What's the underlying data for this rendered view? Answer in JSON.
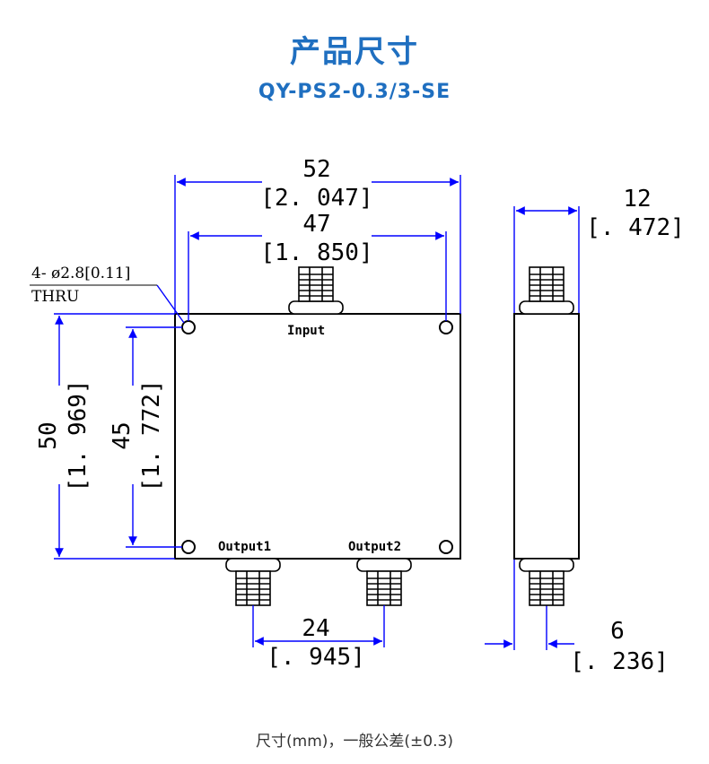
{
  "header": {
    "title": "产品尺寸",
    "model": "QY-PS2-0.3/3-SE"
  },
  "dimensions": {
    "overall_width": "52",
    "overall_width_in": "[2. 047]",
    "hole_spacing_width": "47",
    "hole_spacing_width_in": "[1. 850]",
    "overall_height": "50",
    "overall_height_in": "[1. 969]",
    "hole_spacing_height": "45",
    "hole_spacing_height_in": "[1. 772]",
    "thickness": "12",
    "thickness_in": "[. 472]",
    "output_spacing": "24",
    "output_spacing_in": "[. 945]",
    "connector_offset": "6",
    "connector_offset_in": "[. 236]"
  },
  "holes_note": {
    "line1": "4- ø2.8[0.11]",
    "line2": "THRU"
  },
  "ports": {
    "input": "Input",
    "output1": "Output1",
    "output2": "Output2"
  },
  "footer": {
    "note": "尺寸(mm)，一般公差(±0.3)"
  },
  "colors": {
    "title": "#1f6fc0",
    "dimension_line": "#0000ff",
    "body_outline": "#000000"
  }
}
